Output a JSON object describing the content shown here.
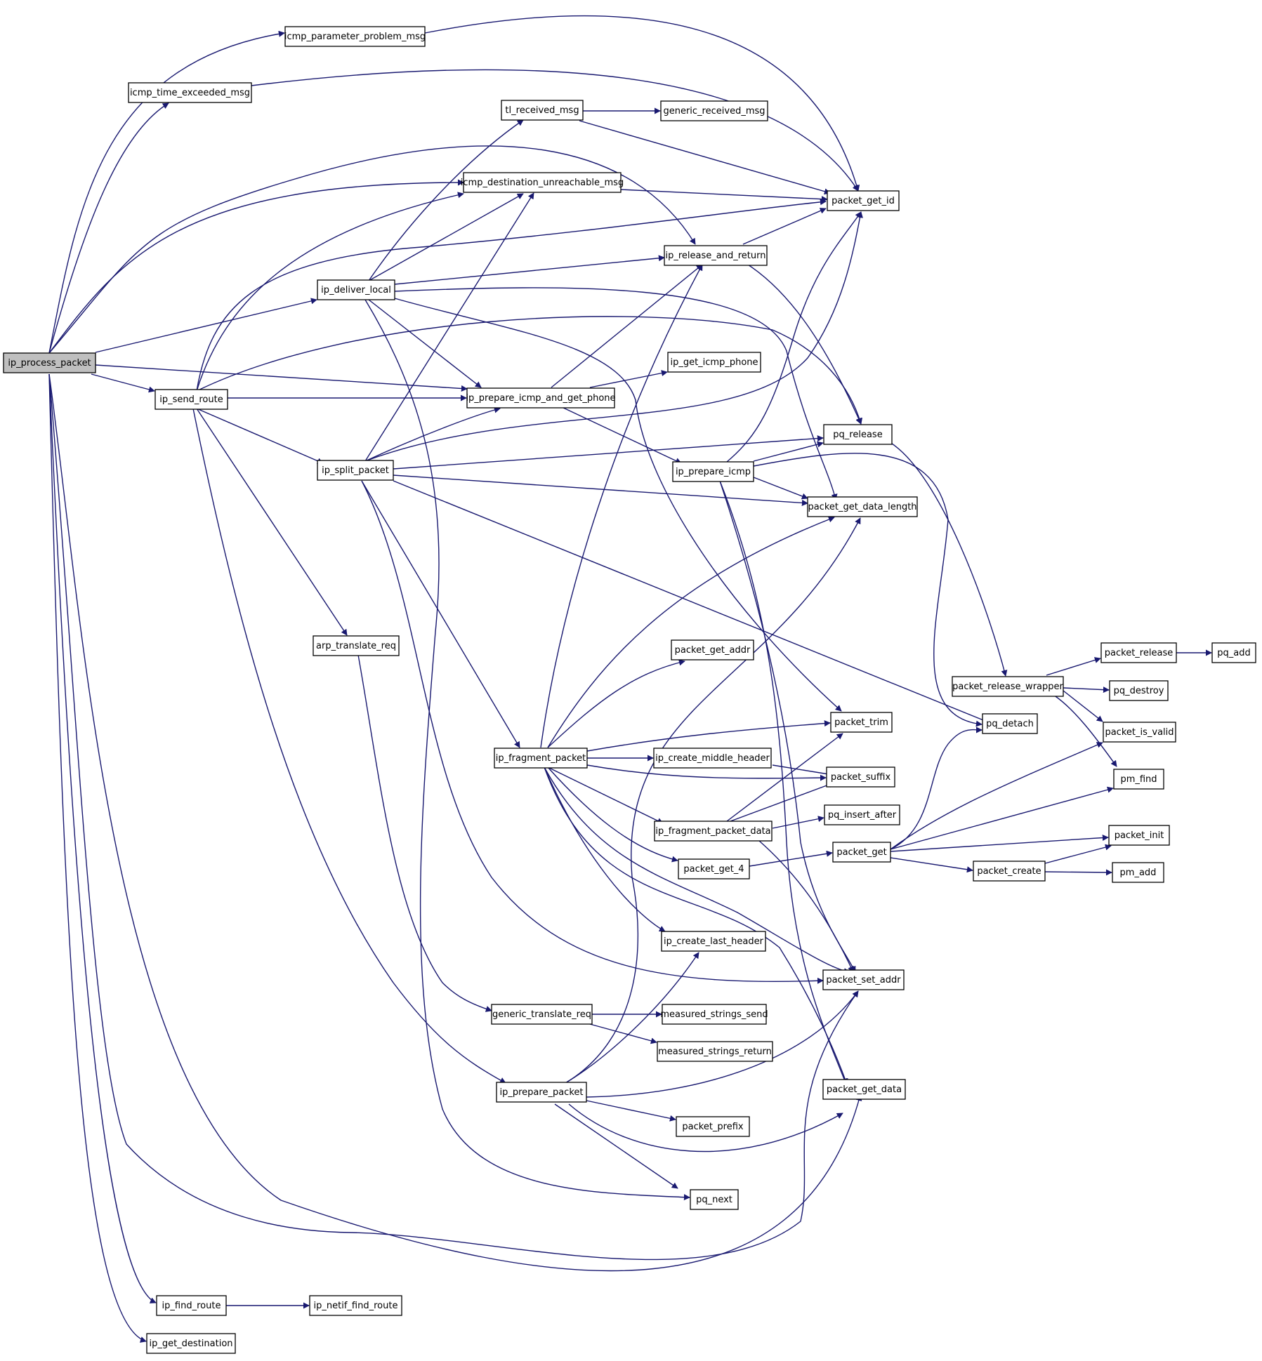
{
  "colors": {
    "edge": "#191970",
    "node_border": "#000000",
    "node_fill": "#ffffff",
    "root_fill": "#bfbfbf"
  },
  "nodes": {
    "ip_process_packet": "ip_process_packet",
    "icmp_parameter_problem_msg": "icmp_parameter_problem_msg",
    "icmp_time_exceeded_msg": "icmp_time_exceeded_msg",
    "tl_received_msg": "tl_received_msg",
    "generic_received_msg": "generic_received_msg",
    "icmp_destination_unreachable_msg": "icmp_destination_unreachable_msg",
    "packet_get_id": "packet_get_id",
    "ip_release_and_return": "ip_release_and_return",
    "ip_deliver_local": "ip_deliver_local",
    "ip_get_icmp_phone": "ip_get_icmp_phone",
    "ip_send_route": "ip_send_route",
    "ip_prepare_icmp_and_get_phone": "ip_prepare_icmp_and_get_phone",
    "pq_release": "pq_release",
    "ip_split_packet": "ip_split_packet",
    "ip_prepare_icmp": "ip_prepare_icmp",
    "packet_get_data_length": "packet_get_data_length",
    "arp_translate_req": "arp_translate_req",
    "packet_get_addr": "packet_get_addr",
    "packet_release": "packet_release",
    "pq_add": "pq_add",
    "packet_release_wrapper": "packet_release_wrapper",
    "pq_destroy": "pq_destroy",
    "packet_trim": "packet_trim",
    "pq_detach": "pq_detach",
    "packet_is_valid": "packet_is_valid",
    "ip_fragment_packet": "ip_fragment_packet",
    "ip_create_middle_header": "ip_create_middle_header",
    "packet_suffix": "packet_suffix",
    "pm_find": "pm_find",
    "pq_insert_after": "pq_insert_after",
    "ip_fragment_packet_data": "ip_fragment_packet_data",
    "packet_get": "packet_get",
    "packet_init": "packet_init",
    "packet_get_4": "packet_get_4",
    "packet_create": "packet_create",
    "pm_add": "pm_add",
    "ip_create_last_header": "ip_create_last_header",
    "packet_set_addr": "packet_set_addr",
    "generic_translate_req": "generic_translate_req",
    "measured_strings_send": "measured_strings_send",
    "measured_strings_return": "measured_strings_return",
    "ip_prepare_packet": "ip_prepare_packet",
    "packet_get_data": "packet_get_data",
    "packet_prefix": "packet_prefix",
    "pq_next": "pq_next",
    "ip_find_route": "ip_find_route",
    "ip_netif_find_route": "ip_netif_find_route",
    "ip_get_destination": "ip_get_destination"
  }
}
